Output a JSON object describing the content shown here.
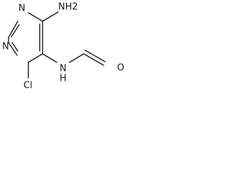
{
  "structure": {
    "atoms": {
      "n1": "N",
      "n3": "N",
      "nh2": "NH2",
      "cl": "Cl",
      "nh": "N",
      "h": "H",
      "o": "O"
    }
  }
}
